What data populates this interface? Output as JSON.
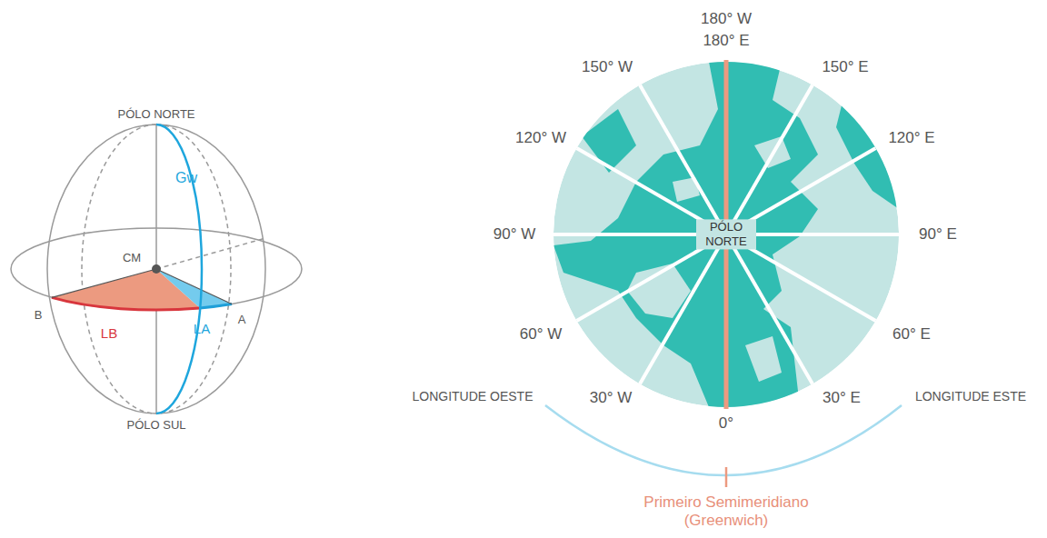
{
  "diagram": {
    "labels": [
      "PÓLO NORTE",
      "Gw",
      "CM",
      "B",
      "LB",
      "LA",
      "A",
      "PÓLO SUL",
      "180° W",
      "180° E",
      "150° W",
      "150° E",
      "120° W",
      "120° E",
      "90° W",
      "90° E",
      "PÓLO NORTE",
      "60° W",
      "60° E",
      "30° W",
      "30° E",
      "0°",
      "LONGITUDE OESTE",
      "LONGITUDE ESTE",
      "Primeiro Semimeridiano (Greenwich)"
    ]
  }
}
